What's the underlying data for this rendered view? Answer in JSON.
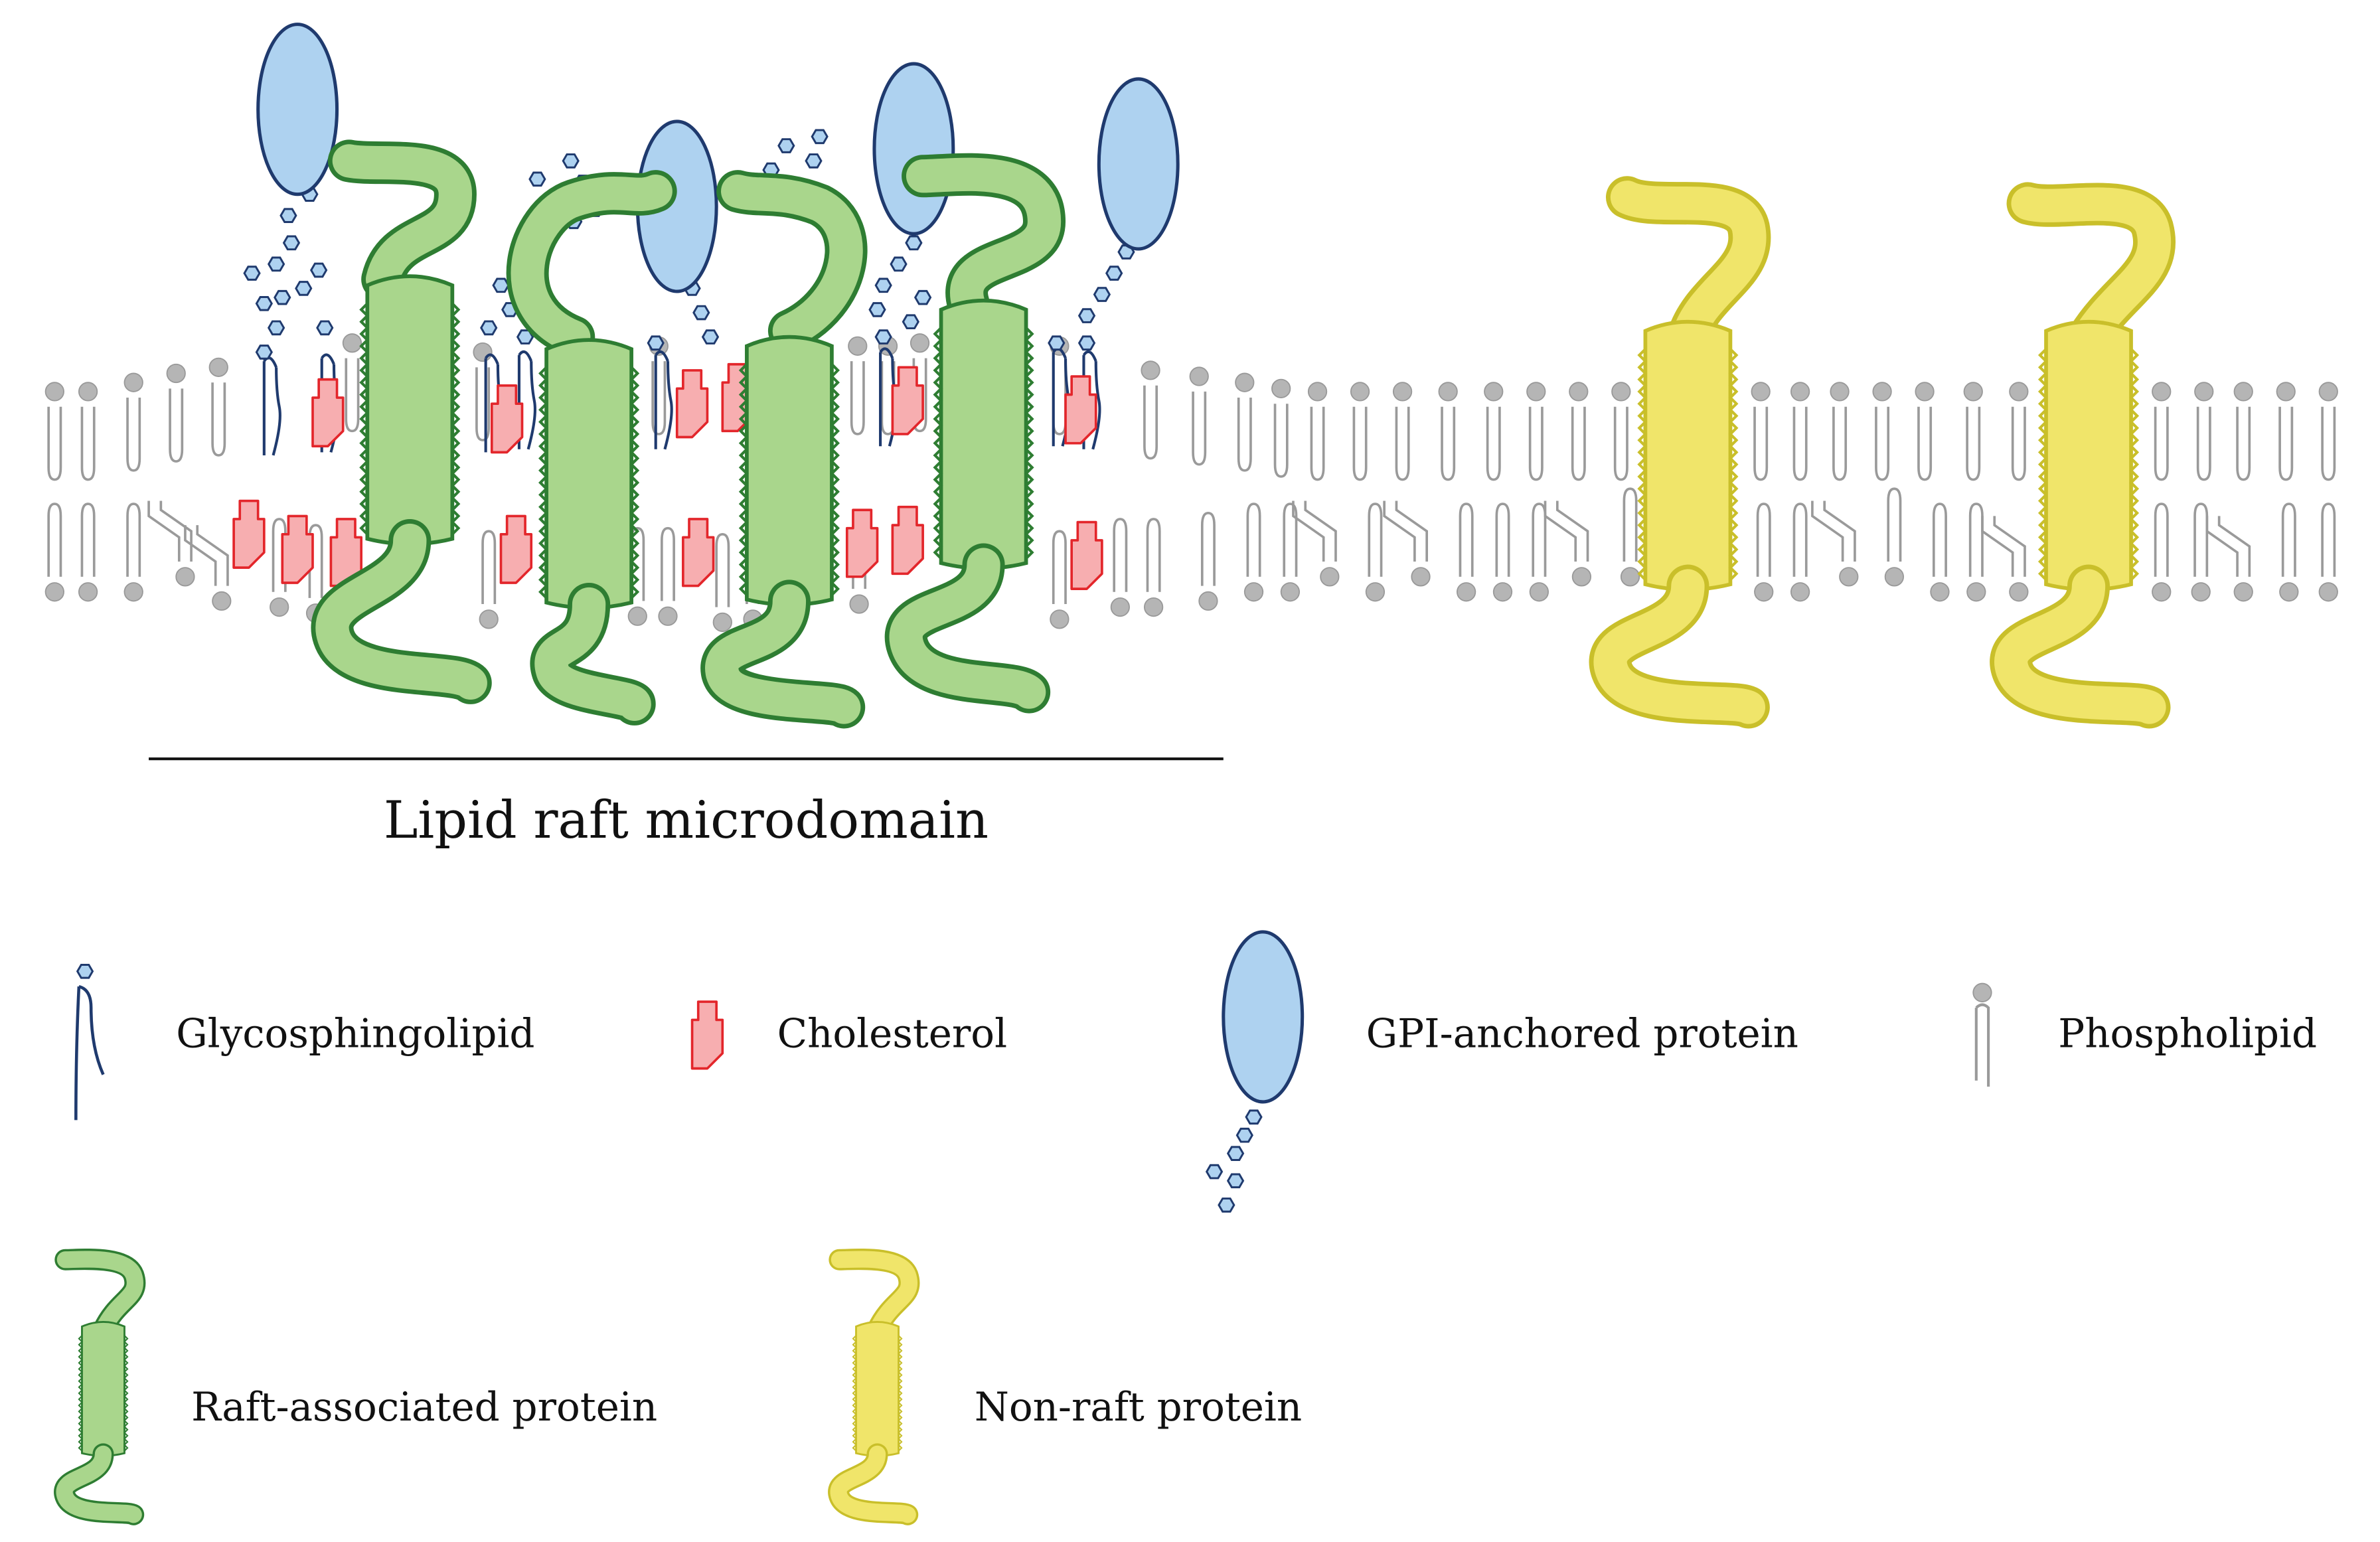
{
  "caption": "Lipid raft microdomain",
  "legend": {
    "glycosphingolipid": "Glycosphingolipid",
    "cholesterol": "Cholesterol",
    "gpi_protein": "GPI-anchored protein",
    "phospholipid": "Phospholipid",
    "raft_protein": "Raft-associated protein",
    "non_raft_protein": "Non-raft protein"
  },
  "colors": {
    "raft_protein_fill": "#a9d68c",
    "raft_protein_stroke": "#2e7d32",
    "non_raft_fill": "#f0e56a",
    "non_raft_stroke": "#c9bf2a",
    "gpi_fill": "#aed2f0",
    "gpi_stroke": "#1f3a6e",
    "cholesterol_fill": "#f7aeb0",
    "cholesterol_stroke": "#e3262b",
    "phospholipid_head": "#b5b5b5",
    "phospholipid_tail": "#9a9a9a",
    "glycolipid_stroke": "#1f3a6e",
    "sugar_fill": "#aed2f0"
  }
}
